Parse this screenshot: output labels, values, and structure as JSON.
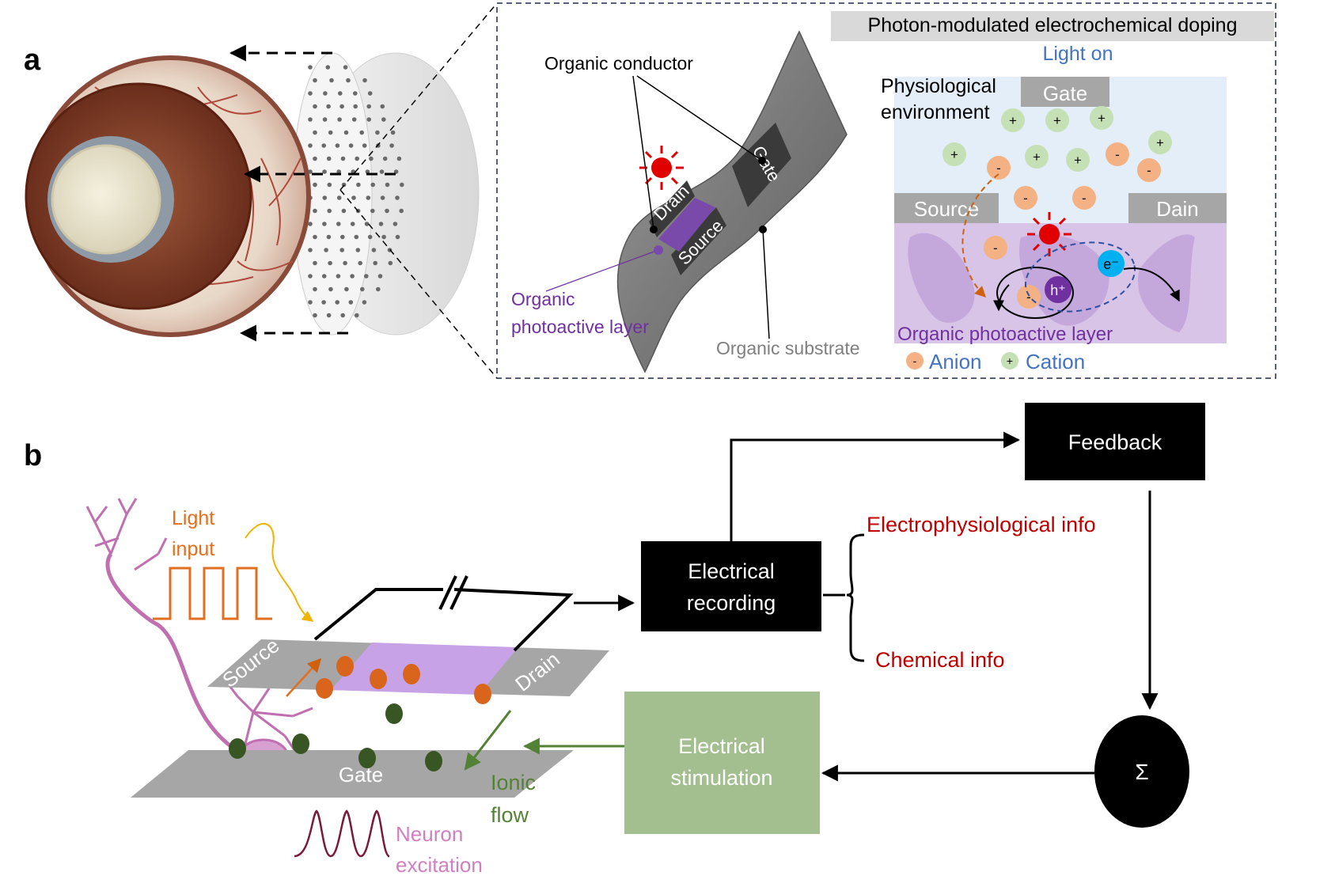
{
  "panel_a": {
    "label": "a",
    "banner": "Photon-modulated electrochemical doping",
    "light_on": "Light on",
    "organic_conductor": "Organic conductor",
    "drain": "Drain",
    "source": "Source",
    "gate": "Gate",
    "photoactive_line1": "Organic",
    "photoactive_line2": "photoactive layer",
    "substrate": "Organic substrate",
    "physio_line1": "Physiological",
    "physio_line2": "environment",
    "box_gate": "Gate",
    "box_source": "Source",
    "box_drain": "Dain",
    "box_layer": "Organic  photoactive layer",
    "legend_anion": "Anion",
    "legend_cation": "Cation",
    "plus": "+",
    "minus": "-",
    "hole": "h⁺",
    "electron": "e⁻"
  },
  "panel_b": {
    "label": "b",
    "light_input_line1": "Light",
    "light_input_line2": "input",
    "source": "Source",
    "drain": "Drain",
    "gate": "Gate",
    "ionic_line1": "Ionic",
    "ionic_line2": "flow",
    "neuron_line1": "Neuron",
    "neuron_line2": "excitation",
    "recording_line1": "Electrical",
    "recording_line2": "recording",
    "electrophys": "Electrophysiological info",
    "chemical": "Chemical info",
    "feedback": "Feedback",
    "stimulation_line1": "Electrical",
    "stimulation_line2": "stimulation",
    "sigma": "Σ"
  },
  "colors": {
    "accent_blue": "#4472c4",
    "accent_purple": "#7030a0",
    "accent_red": "#c00000",
    "accent_orange": "#e07020",
    "accent_green": "#548235",
    "neuron_pink": "#c070b0",
    "stim_box": "#a3bf8f"
  }
}
